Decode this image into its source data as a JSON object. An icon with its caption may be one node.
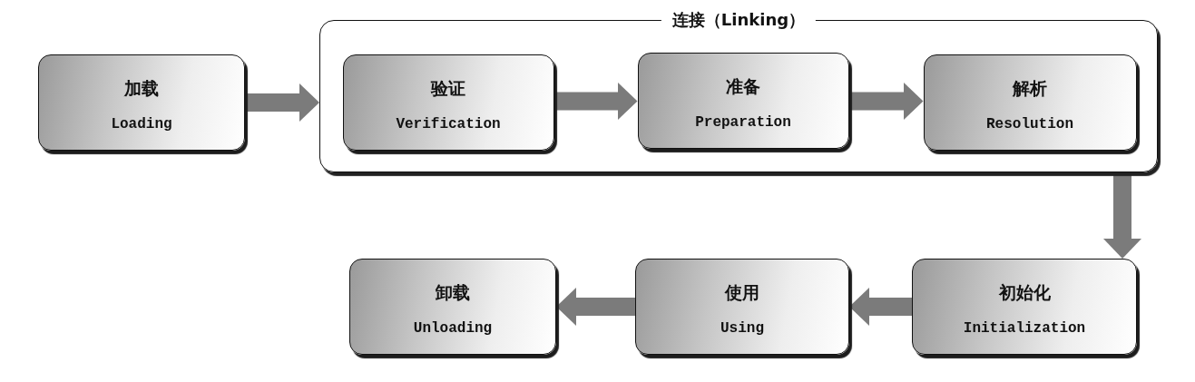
{
  "diagram": {
    "nodes": [
      {
        "text": [
          "加载",
          "Loading"
        ]
      },
      {
        "text": [
          "连接（Linking）"
        ]
      },
      {
        "text": [
          "验证",
          "Verification"
        ],
        "in": 1
      },
      {
        "text": [
          "准备",
          "Preparation"
        ],
        "in": 1
      },
      {
        "text": [
          "解析",
          "Resolution"
        ],
        "in": 1
      },
      {
        "text": [
          "初始化",
          "Initialization"
        ]
      },
      {
        "text": [
          "使用",
          "Using"
        ]
      },
      {
        "text": [
          "卸载",
          "Unloading"
        ]
      }
    ],
    "edges": [
      {
        "from": 0,
        "to": 1,
        "arrow": "to"
      },
      {
        "from": 2,
        "to": 3,
        "arrow": "to"
      },
      {
        "from": 3,
        "to": 4,
        "arrow": "to"
      },
      {
        "from": 1,
        "to": 5,
        "arrow": "to"
      },
      {
        "from": 5,
        "to": 6,
        "arrow": "to"
      },
      {
        "from": 6,
        "to": 7,
        "arrow": "to"
      }
    ]
  }
}
